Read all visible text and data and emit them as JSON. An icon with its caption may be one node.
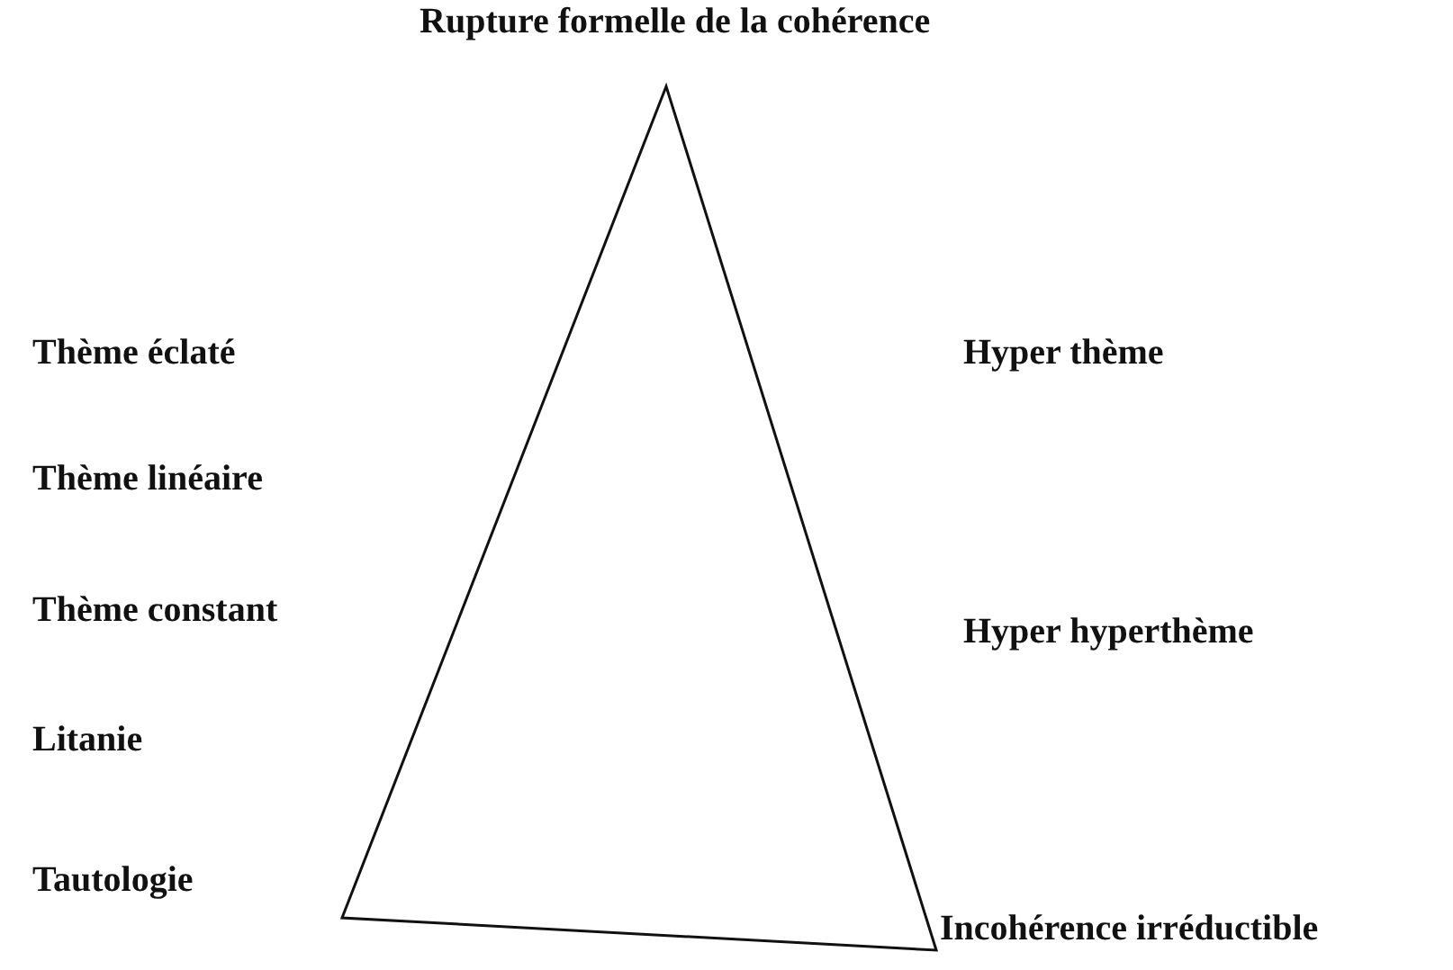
{
  "diagram": {
    "labels": [
      "Rupture formelle de la cohérence",
      "Thème éclaté",
      "Hyper thème",
      "Thème linéaire",
      "Thème constant",
      "Hyper hyperthème",
      "Litanie",
      "Tautologie",
      "Incohérence irréductible"
    ]
  }
}
